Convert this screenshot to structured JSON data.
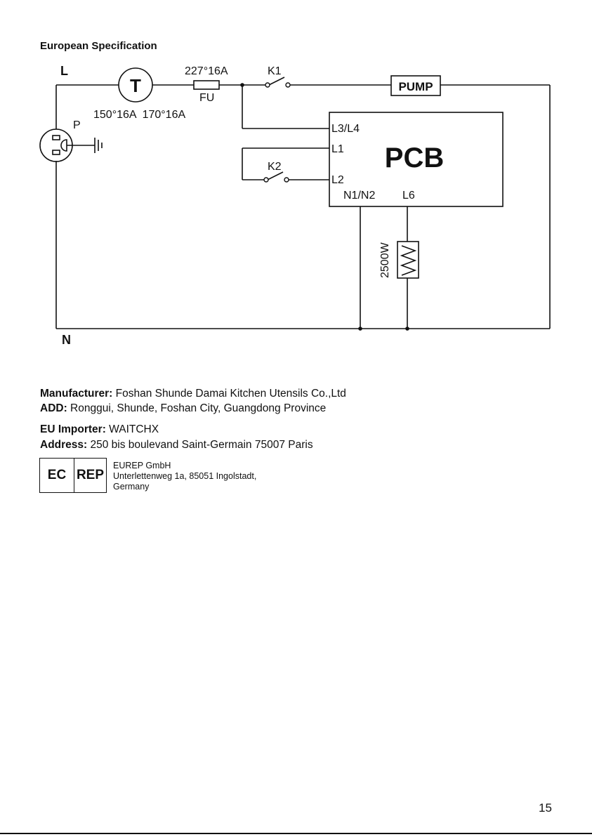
{
  "section_title": "European Specification",
  "diagram": {
    "line_label": "L",
    "neutral_label": "N",
    "plug_label": "P",
    "thermostat_symbol": "T",
    "thermostat_ratings": "150°16A  170°16A",
    "fuse_rating": "227°16A",
    "fuse_label": "FU",
    "switch_k1": "K1",
    "switch_k2": "K2",
    "pump_label": "PUMP",
    "pcb_label": "PCB",
    "pcb_pins": {
      "l3l4": "L3/L4",
      "l1": "L1",
      "l2": "L2",
      "n1n2": "N1/N2",
      "l6": "L6"
    },
    "heater_rating": "2500W",
    "icons": [
      "thermostat-icon",
      "fuse-icon",
      "plug-icon",
      "ground-icon",
      "heater-icon",
      "switch-icon"
    ]
  },
  "info": {
    "manufacturer_label": "Manufacturer:",
    "manufacturer_value": " Foshan Shunde Damai Kitchen Utensils Co.,Ltd",
    "add_label": "ADD:",
    "add_value": " Ronggui, Shunde, Foshan City, Guangdong Province",
    "importer_label": "EU Importer:",
    "importer_value": " WAITCHX",
    "address_label": "Address:",
    "address_value": " 250 bis boulevand Saint-Germain 75007 Paris"
  },
  "ec_rep": {
    "ec": "EC",
    "rep": "REP",
    "company": "EUREP GmbH",
    "street": "Unterlettenweg 1a, 85051 Ingolstadt,",
    "country": "Germany"
  },
  "page_number": "15"
}
